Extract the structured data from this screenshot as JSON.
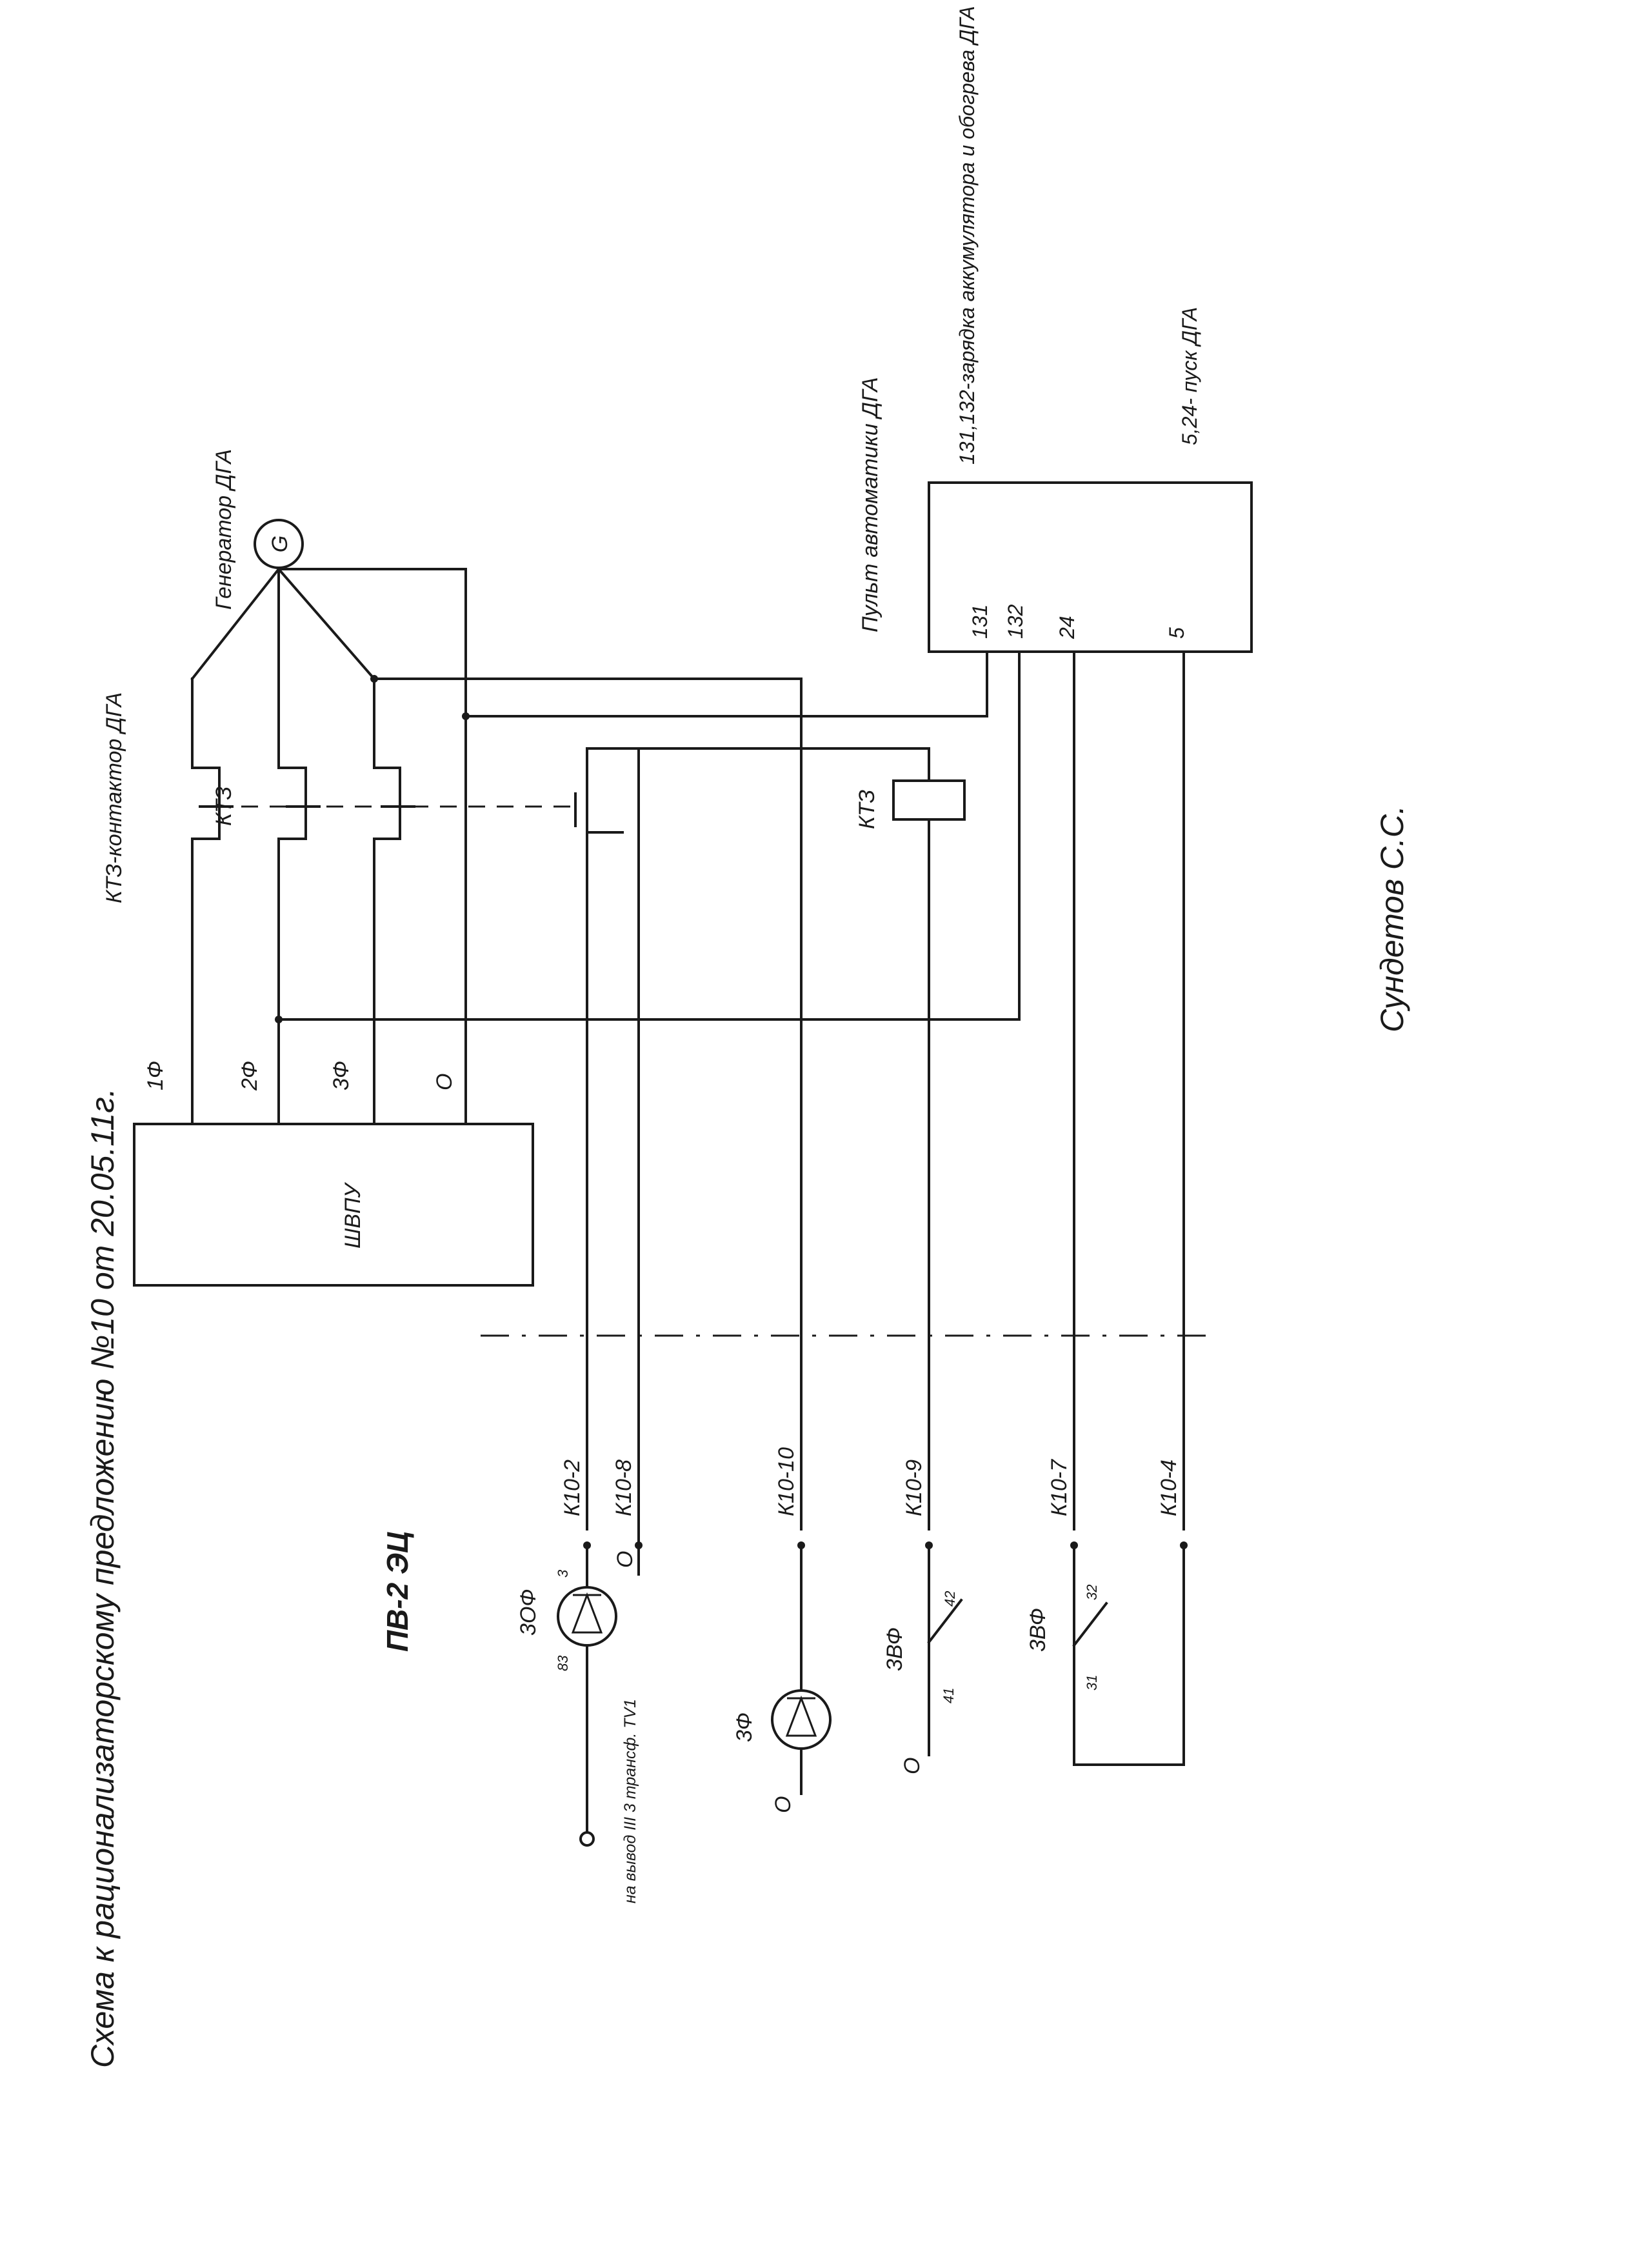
{
  "title": "Схема к рационализаторскому предложению №10 от 20.05.11г.",
  "subtitle": "ПВ-2 ЭЦ",
  "author": "Сундетов С.С.",
  "generator": {
    "label": "Генератор ДГА",
    "symbol": "G"
  },
  "contactor": {
    "caption": "КТЗ-контактор ДГА",
    "contacts_label": "КТЗ",
    "coil_label": "КТЗ"
  },
  "shvpu": {
    "label": "ШВПУ",
    "phases": [
      "1Ф",
      "2Ф",
      "3Ф",
      "О"
    ]
  },
  "panel": {
    "label": "Пульт автоматики ДГА",
    "terminals": [
      "131",
      "132",
      "24",
      "5"
    ],
    "note_charging": "131,132-зарядка аккумулятора и обогрева ДГА",
    "note_start": "5,24- пуск ДГА"
  },
  "cable": [
    "К10-2",
    "К10-8",
    "К10-10",
    "К10-9",
    "К10-7",
    "К10-4"
  ],
  "relays": {
    "r3of": {
      "name": "3ОФ",
      "t83": "83",
      "t3": "3",
      "zero": "О"
    },
    "r3f": {
      "name": "3Ф",
      "zero": "О"
    },
    "r3vf_a": {
      "name": "3ВФ",
      "t41": "41",
      "t42": "42",
      "zero": "О"
    },
    "r3vf_b": {
      "name": "3ВФ",
      "t31": "31",
      "t32": "32"
    }
  },
  "transformer_note": "на вывод III 3 трансф. TV1"
}
